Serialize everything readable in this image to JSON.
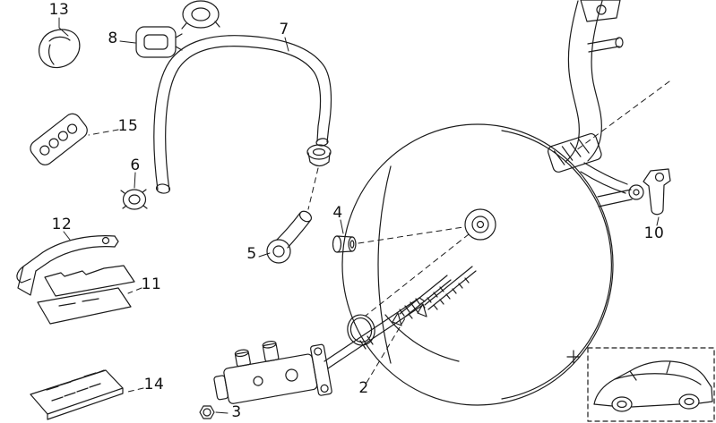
{
  "colors": {
    "background": "#ffffff",
    "line": "#1c1c1c",
    "text": "#111111"
  },
  "diagram": {
    "type": "exploded-parts-diagram",
    "subject": "Brake booster with pedal, vacuum hose, master cylinder and mounting parts",
    "labels": [
      {
        "text": "13"
      },
      {
        "text": "8"
      },
      {
        "text": "7"
      },
      {
        "text": "15"
      },
      {
        "text": "6"
      },
      {
        "text": "12"
      },
      {
        "text": "11"
      },
      {
        "text": "14"
      },
      {
        "text": "5"
      },
      {
        "text": "4"
      },
      {
        "text": "2"
      },
      {
        "text": "3"
      },
      {
        "text": "10"
      }
    ],
    "icons": [
      {
        "name": "car-icon",
        "meaning": "vehicle reference thumbnail"
      },
      {
        "name": "crosshair-icon",
        "meaning": "position marker"
      }
    ]
  }
}
